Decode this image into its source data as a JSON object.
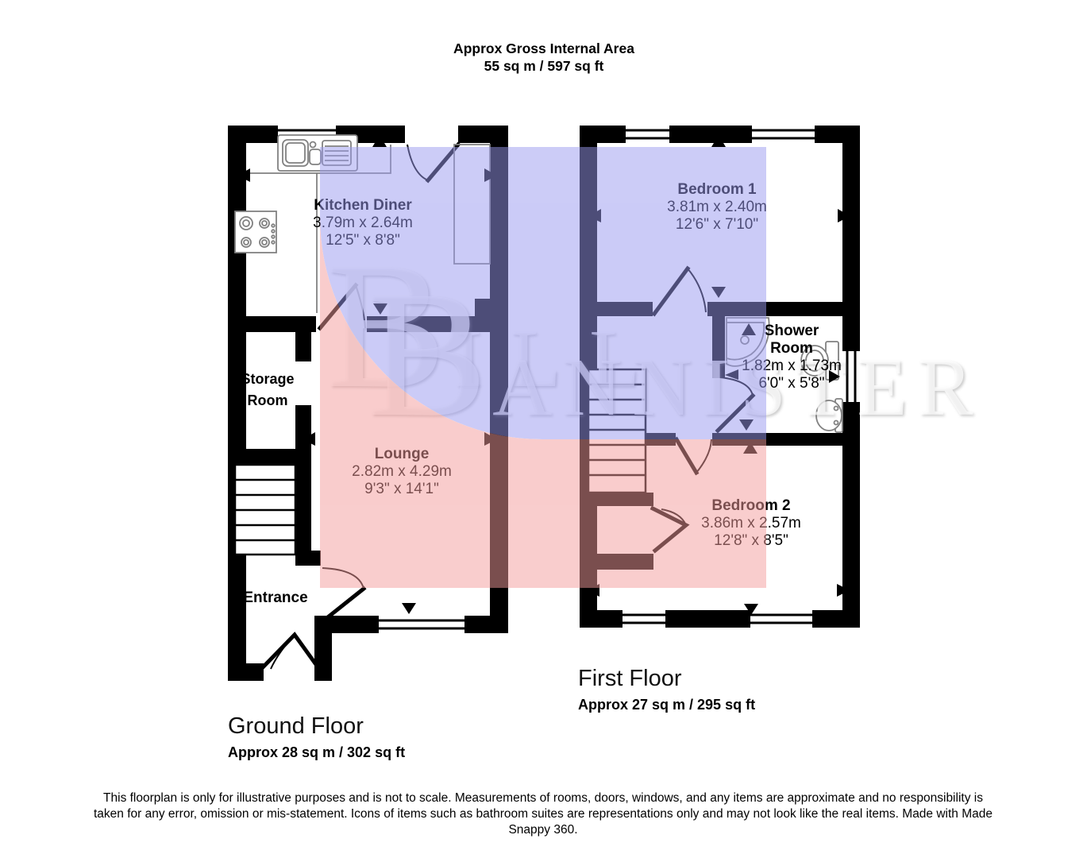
{
  "header": {
    "line1": "Approx Gross Internal Area",
    "line2": "55 sq m / 597 sq ft"
  },
  "watermark": {
    "initial1": "B",
    "rest1": "ILL",
    "initial2": "B",
    "rest2": "ANNISTER"
  },
  "ground_floor": {
    "label": "Ground Floor",
    "area": "Approx 28 sq m / 302 sq ft",
    "rooms": {
      "kitchen": {
        "name": "Kitchen Diner",
        "metric": "3.79m x 2.64m",
        "imperial": "12'5\" x 8'8\""
      },
      "storage": {
        "name_line1": "Storage",
        "name_line2": "Room"
      },
      "lounge": {
        "name": "Lounge",
        "metric": "2.82m x 4.29m",
        "imperial": "9'3\" x 14'1\""
      },
      "entrance": {
        "name": "Entrance"
      }
    }
  },
  "first_floor": {
    "label": "First Floor",
    "area": "Approx 27 sq m / 295 sq ft",
    "rooms": {
      "bedroom1": {
        "name": "Bedroom 1",
        "metric": "3.81m x 2.40m",
        "imperial": "12'6\" x 7'10\""
      },
      "shower": {
        "name_line1": "Shower",
        "name_line2": "Room",
        "metric": "1.82m x 1.73m",
        "imperial": "6'0\" x 5'8\""
      },
      "bedroom2": {
        "name": "Bedroom 2",
        "metric": "3.86m x 2.57m",
        "imperial": "12'8\" x 8'5\""
      }
    }
  },
  "disclaimer": "This floorplan is only for illustrative purposes and is not to scale. Measurements of rooms, doors, windows, and any items are approximate and no responsibility is taken for any error, omission or mis-statement. Icons of items such as bathroom suites are representations only and may not look like the real items. Made with Made Snappy 360.",
  "colors": {
    "wall": "#000000",
    "overlay_blue": "#9999f0",
    "overlay_pink": "#f49b9b",
    "fixture": "#818181"
  }
}
